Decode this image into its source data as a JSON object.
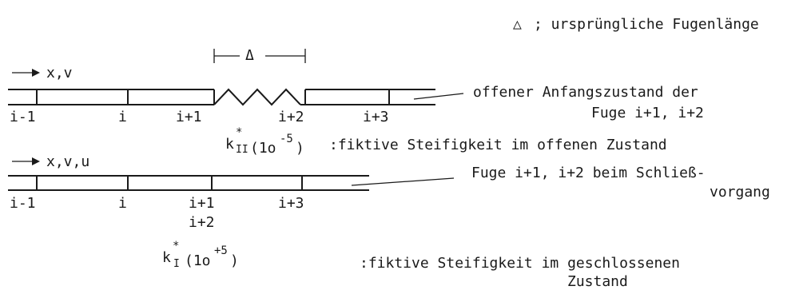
{
  "legend": {
    "symbol": "△",
    "text": "; ursprüngliche Fugenlänge"
  },
  "delta_marker": "Δ",
  "top": {
    "axis_label": "x,v",
    "nodes": [
      "i-1",
      "i",
      "i+1",
      "i+2",
      "i+3"
    ],
    "annotation_line1": "offener Anfangszustand der",
    "annotation_line2": "Fuge i+1, i+2",
    "stiffness_k": "k",
    "stiffness_star": "*",
    "stiffness_sub": "II",
    "stiffness_arg": "(1o",
    "stiffness_exp": "-5",
    "stiffness_close": ")",
    "stiffness_desc": ":fiktive Steifigkeit im offenen Zustand"
  },
  "bottom": {
    "axis_label": "x,v,u",
    "nodes": [
      "i-1",
      "i",
      "i+1",
      "i+3"
    ],
    "merged_node": "i+2",
    "annotation_line1": "Fuge i+1, i+2 beim Schließ-",
    "annotation_line2": "vorgang",
    "stiffness_k": "k",
    "stiffness_star": "*",
    "stiffness_sub": "I",
    "stiffness_arg": "(1o",
    "stiffness_exp": "+5",
    "stiffness_close": ")",
    "stiffness_desc_line1": ":fiktive Steifigkeit im geschlossenen",
    "stiffness_desc_line2": "Zustand"
  }
}
